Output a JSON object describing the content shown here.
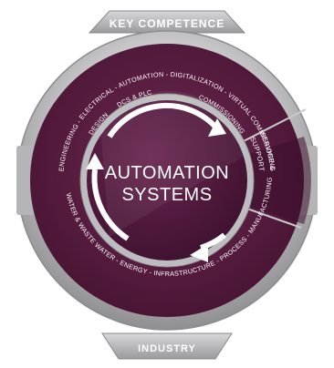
{
  "top_tab": "KEY COMPETENCE",
  "bottom_tab": "INDUSTRY",
  "center": {
    "line1": "AUTOMATION",
    "line2": "SYSTEMS"
  },
  "competence_line1": "ENGINEERING - ELECTRICAL - AUTOMATION - DIGITALIZATION - VIRTUAL COMMISSIONING",
  "competence_line2a": "DESIGN",
  "competence_line2b": "DCS & PLC",
  "competence_line2c": "COMMISSIONING",
  "service_line1": "SERVICE &",
  "service_line2": "SUPPORT",
  "industry_line": "WATER & WASTE WATER - ENERGY - INFRASTRUCTURE - PROCESS - MANUFACTURING",
  "colors": {
    "ring": "#5a1d40",
    "center": "#4e1838",
    "silver": "#b9b9bb",
    "text": "#ffffff"
  }
}
